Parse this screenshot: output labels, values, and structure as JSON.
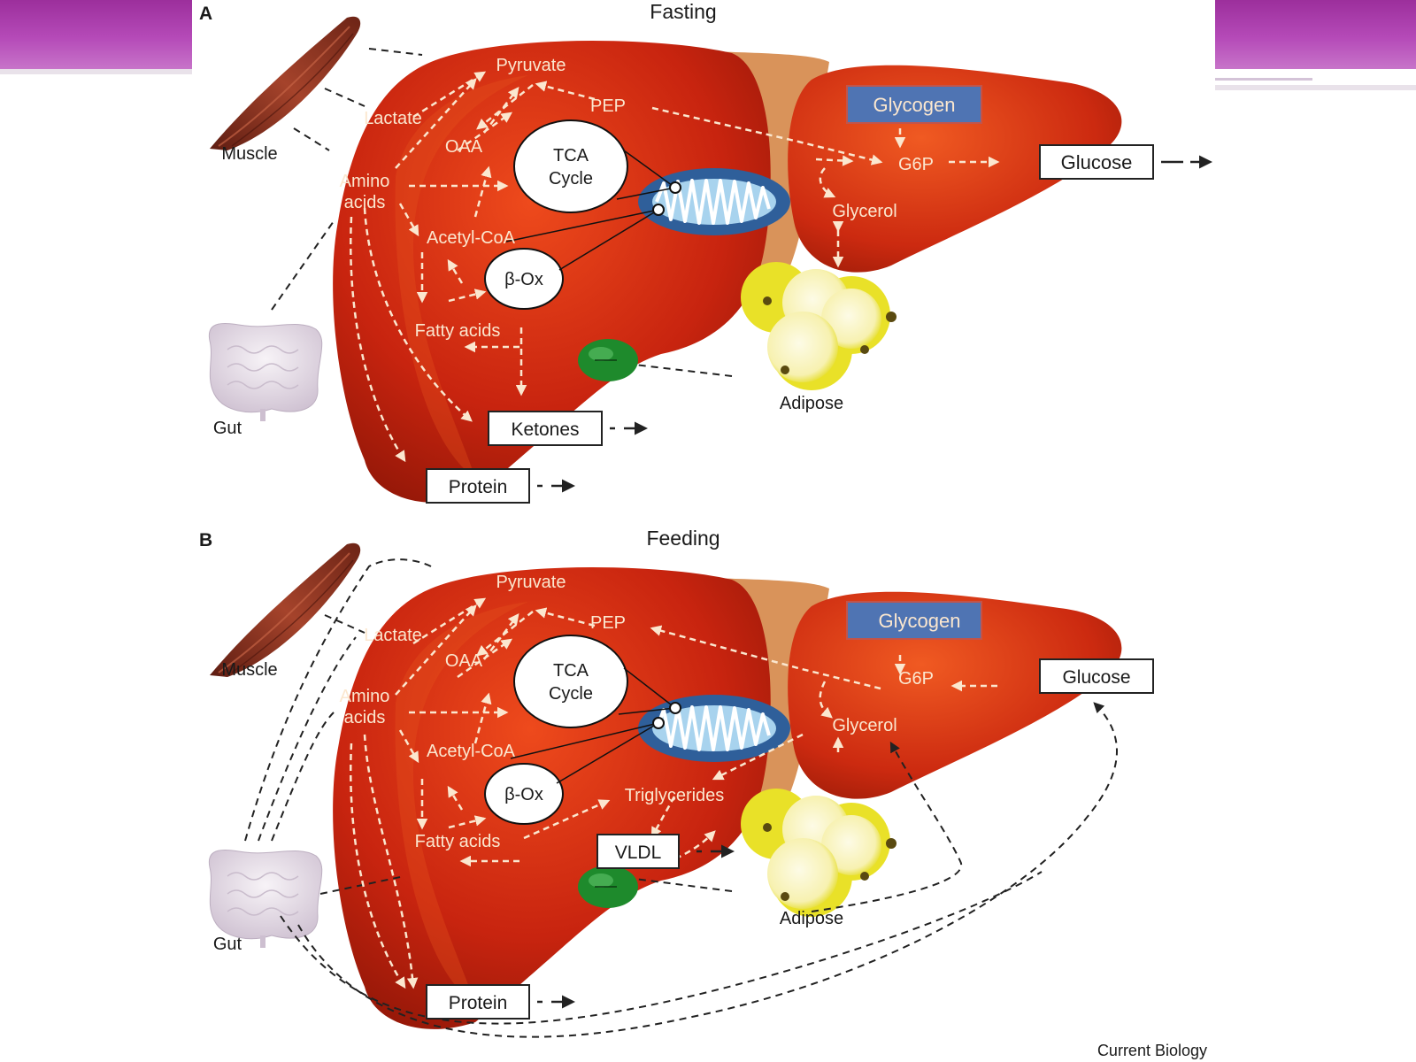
{
  "panels": [
    {
      "letter": "A",
      "title": "Fasting",
      "labels": {
        "pyruvate": "Pyruvate",
        "lactate": "Lactate",
        "pep": "PEP",
        "oaa": "OAA",
        "amino_1": "Amino",
        "amino_2": "acids",
        "acetyl_coa": "Acetyl-CoA",
        "fatty_acids": "Fatty acids",
        "tca_1": "TCA",
        "tca_2": "Cycle",
        "beta_ox": "β-Ox",
        "glycogen": "Glycogen",
        "g6p": "G6P",
        "glycerol": "Glycerol",
        "muscle": "Muscle",
        "gut": "Gut",
        "adipose": "Adipose"
      },
      "boxes": {
        "glucose": "Glucose",
        "ketones": "Ketones",
        "protein": "Protein"
      }
    },
    {
      "letter": "B",
      "title": "Feeding",
      "labels": {
        "pyruvate": "Pyruvate",
        "lactate": "Lactate",
        "pep": "PEP",
        "oaa": "OAA",
        "amino_1": "Amino",
        "amino_2": "acids",
        "acetyl_coa": "Acetyl-CoA",
        "fatty_acids": "Fatty acids",
        "tca_1": "TCA",
        "tca_2": "Cycle",
        "beta_ox": "β-Ox",
        "glycogen": "Glycogen",
        "g6p": "G6P",
        "glycerol": "Glycerol",
        "triglycerides": "Triglycerides",
        "muscle": "Muscle",
        "gut": "Gut",
        "adipose": "Adipose"
      },
      "boxes": {
        "glucose": "Glucose",
        "vldl": "VLDL",
        "protein": "Protein"
      }
    }
  ],
  "credit": "Current Biology",
  "colors": {
    "liver": "#c8240f",
    "liver_dark": "#8e1607",
    "mitochondrion": "#2f5f9a",
    "gallbladder": "#1e8a2c",
    "adipose": "#f3ee3c",
    "muscle": "#8a3220",
    "gut": "#e9e3ea",
    "slide_band": "#b043b3"
  }
}
